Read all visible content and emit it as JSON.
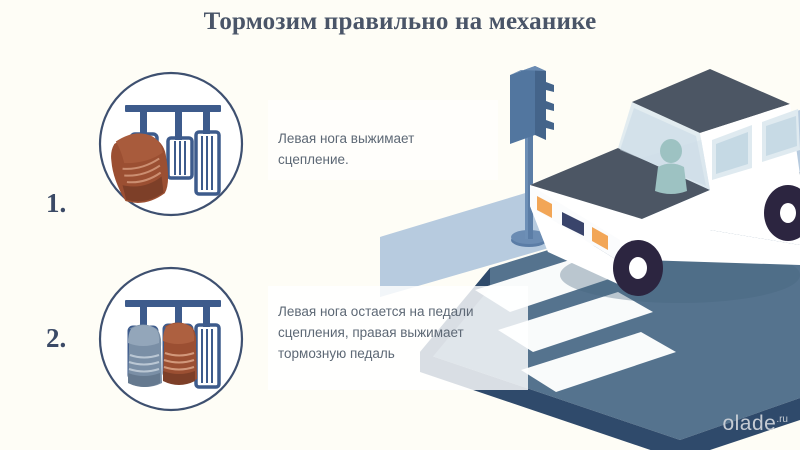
{
  "page": {
    "title": "Тормозим правильно на механике",
    "background_color": "#fefdf6",
    "title_color": "#4a5568",
    "text_color": "#5d6875"
  },
  "steps": [
    {
      "number": "1.",
      "text": "Левая нога выжимает\nсцепление.",
      "illustration": {
        "name": "pedals-clutch-pressed",
        "pedals": [
          {
            "name": "clutch",
            "position": "left",
            "shoe": "brown",
            "pressed": true
          },
          {
            "name": "brake",
            "position": "middle",
            "shoe": "none",
            "pressed": false
          },
          {
            "name": "accelerator",
            "position": "right",
            "shoe": "none",
            "pressed": false
          }
        ]
      }
    },
    {
      "number": "2.",
      "text": "Левая нога остается на педали\nсцепления, правая выжимает\nтормозную педаль",
      "illustration": {
        "name": "pedals-clutch-and-brake-pressed",
        "pedals": [
          {
            "name": "clutch",
            "position": "left",
            "shoe": "gray",
            "pressed": true
          },
          {
            "name": "brake",
            "position": "middle",
            "shoe": "brown",
            "pressed": true
          },
          {
            "name": "accelerator",
            "position": "right",
            "shoe": "none",
            "pressed": false
          }
        ]
      }
    }
  ],
  "scene": {
    "name": "car-stopping-at-crosswalk",
    "elements": [
      "traffic-light",
      "sidewalk",
      "road",
      "crosswalk",
      "car",
      "driver"
    ],
    "colors": {
      "sidewalk": "#b7cbdf",
      "road": "#55738e",
      "road_edge": "#2f4a6b",
      "crosswalk_stripe": "#ffffff",
      "car_body": "#ffffff",
      "car_roof": "#4c5664",
      "car_hood": "#4c5664",
      "headlight": "#f2a657",
      "plate": "#39446b",
      "wheel": "#2c2540",
      "hub": "#ffffff",
      "driver": "#9dc2c2",
      "traffic_light": "#5b7da6"
    }
  },
  "watermark": {
    "name": "olade",
    "tld": ".ru",
    "color": "#c5cbd3"
  },
  "palette": {
    "navy": "#3e5070",
    "pedal_blue": "#3d5b8c",
    "shoe_brown": "#9b4f32",
    "shoe_brown_dark": "#7d3f28",
    "shoe_gray": "#7a8fa6",
    "shoe_gray_dark": "#65798f",
    "circle_stroke": "#3e5070"
  }
}
